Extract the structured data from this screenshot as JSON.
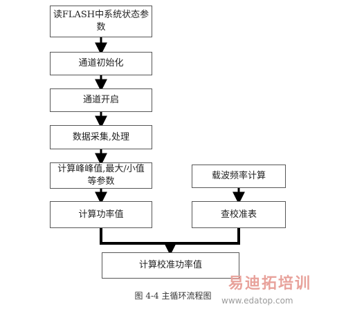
{
  "nodes": {
    "read_flash": "读FLASH中系统状态参数",
    "channel_init": "通道初始化",
    "channel_open": "通道开启",
    "data_acquire": "数据采集,处理",
    "calc_peak": "计算峰峰值,最大/小值等参数",
    "freq_calc": "载波频率计算",
    "calc_power": "计算功率值",
    "lookup_table": "查校准表",
    "calc_calibrated": "计算校准功率值"
  },
  "caption": "图 4-4 主循环流程图",
  "watermark": {
    "title": "易迪拓培训",
    "url": "www.edatop.com"
  },
  "colors": {
    "line": "#000000",
    "border": "#555555",
    "watermark": "#e8a29b"
  }
}
